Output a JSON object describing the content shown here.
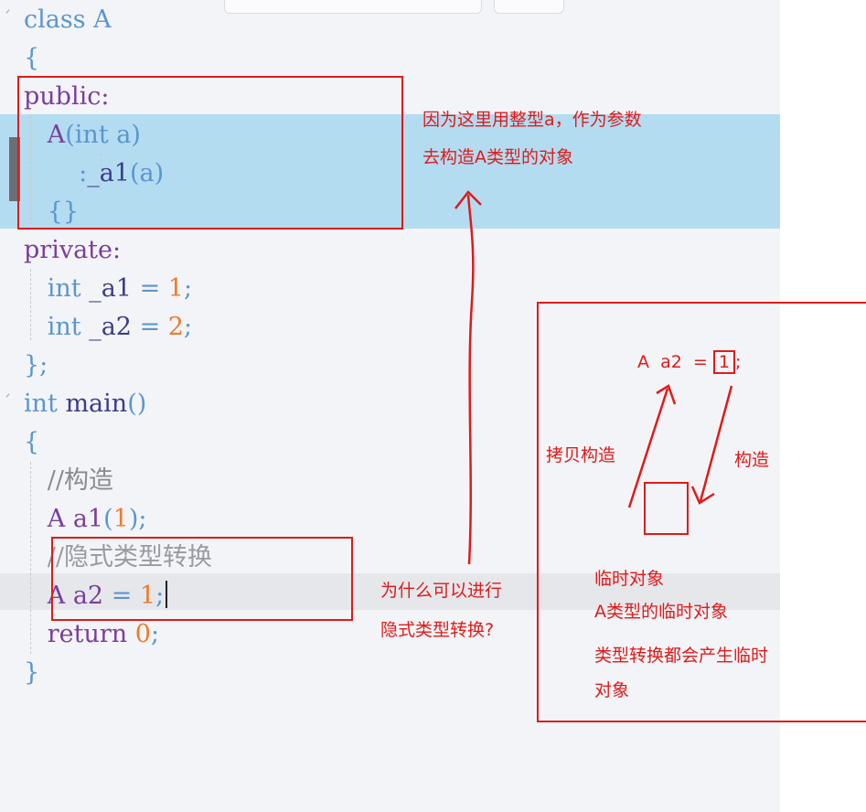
{
  "code": {
    "lines": [
      {
        "n": "class-a-decl",
        "tokens": [
          {
            "t": "class A",
            "c": "#5b95d0"
          }
        ]
      },
      {
        "n": "open-brace",
        "tokens": [
          {
            "t": "{",
            "c": "#5b95d0"
          }
        ]
      },
      {
        "n": "public-label",
        "tokens": [
          {
            "t": "public:",
            "c": "#7a3e9d"
          }
        ]
      },
      {
        "n": "ctor-sig",
        "tokens": [
          {
            "t": "   A",
            "c": "#7a3e9d"
          },
          {
            "t": "(",
            "c": "#5b95d0"
          },
          {
            "t": "int",
            "c": "#5b95d0"
          },
          {
            "t": " a",
            "c": "#5b95d0"
          },
          {
            "t": ")",
            "c": "#5b95d0"
          }
        ]
      },
      {
        "n": "ctor-init",
        "tokens": [
          {
            "t": "       :",
            "c": "#5b95d0"
          },
          {
            "t": "_a1",
            "c": "#3c3c8e"
          },
          {
            "t": "(",
            "c": "#5b95d0"
          },
          {
            "t": "a",
            "c": "#5b95d0"
          },
          {
            "t": ")",
            "c": "#5b95d0"
          }
        ]
      },
      {
        "n": "ctor-body",
        "tokens": [
          {
            "t": "   {}",
            "c": "#5b95d0"
          }
        ]
      },
      {
        "n": "private-label",
        "tokens": [
          {
            "t": "private:",
            "c": "#7a3e9d"
          }
        ]
      },
      {
        "n": "member-a1",
        "tokens": [
          {
            "t": "   int",
            "c": "#5b95d0"
          },
          {
            "t": " _a1 ",
            "c": "#3c3c8e"
          },
          {
            "t": "=",
            "c": "#5b95d0"
          },
          {
            "t": " 1",
            "c": "#f07a2a"
          },
          {
            "t": ";",
            "c": "#5b95d0"
          }
        ]
      },
      {
        "n": "member-a2",
        "tokens": [
          {
            "t": "   int",
            "c": "#5b95d0"
          },
          {
            "t": " _a2 ",
            "c": "#3c3c8e"
          },
          {
            "t": "=",
            "c": "#5b95d0"
          },
          {
            "t": " 2",
            "c": "#f07a2a"
          },
          {
            "t": ";",
            "c": "#5b95d0"
          }
        ]
      },
      {
        "n": "class-close",
        "tokens": [
          {
            "t": "};",
            "c": "#5b95d0"
          }
        ]
      },
      {
        "n": "main-decl",
        "tokens": [
          {
            "t": "int",
            "c": "#5b95d0"
          },
          {
            "t": " main",
            "c": "#3c3c8e"
          },
          {
            "t": "()",
            "c": "#5b95d0"
          }
        ]
      },
      {
        "n": "main-open",
        "tokens": [
          {
            "t": "{",
            "c": "#5b95d0"
          }
        ]
      },
      {
        "n": "comment-construct",
        "tokens": [
          {
            "t": "   //构造",
            "c": "#8a8a94"
          }
        ]
      },
      {
        "n": "stmt-a1",
        "tokens": [
          {
            "t": "   A a1",
            "c": "#7a3e9d"
          },
          {
            "t": "(",
            "c": "#5b95d0"
          },
          {
            "t": "1",
            "c": "#f07a2a"
          },
          {
            "t": ");",
            "c": "#5b95d0"
          }
        ]
      },
      {
        "n": "comment-implicit",
        "tokens": [
          {
            "t": "   //隐式类型转换",
            "c": "#9a9aa4"
          }
        ]
      },
      {
        "n": "stmt-a2",
        "tokens": [
          {
            "t": "   A a2 ",
            "c": "#7a3e9d"
          },
          {
            "t": "=",
            "c": "#5b95d0"
          },
          {
            "t": " 1",
            "c": "#f07a2a"
          },
          {
            "t": ";",
            "c": "#5b95d0"
          }
        ],
        "caret": true
      },
      {
        "n": "stmt-return",
        "tokens": [
          {
            "t": "   return",
            "c": "#7a3e9d"
          },
          {
            "t": " 0",
            "c": "#f07a2a"
          },
          {
            "t": ";",
            "c": "#5b95d0"
          }
        ]
      },
      {
        "n": "main-close",
        "tokens": [
          {
            "t": "}",
            "c": "#5b95d0"
          }
        ]
      }
    ]
  },
  "annotations": {
    "ctor_note_line1": "因为这里用整型a，作为参数",
    "ctor_note_line2": "去构造A类型的对象",
    "question_line1": "为什么可以进行",
    "question_line2": "隐式类型转换?",
    "diagram_expr_left": "A  a2  =",
    "diagram_expr_value": "1",
    "diagram_expr_end": ";",
    "copy_construct": "拷贝构造",
    "construct": "构造",
    "temp_line1": "临时对象",
    "temp_line2": "A类型的临时对象",
    "temp_line3": "类型转换都会产生临时",
    "temp_line4": "对象"
  },
  "colors": {
    "annotation": "#e01a1a",
    "selection": "#b3dcf1",
    "current_line": "#e6e7eb"
  }
}
